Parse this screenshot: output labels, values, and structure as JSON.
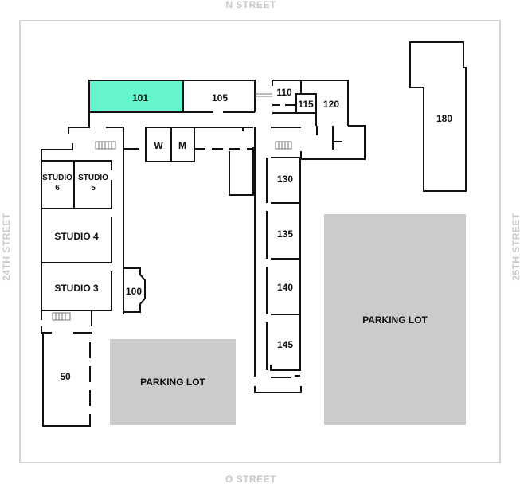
{
  "streets": {
    "north": "N STREET",
    "south": "O STREET",
    "west": "24TH STREET",
    "east": "25TH STREET"
  },
  "highlight_color": "#64f5cd",
  "rooms": {
    "r101": "101",
    "r105": "105",
    "r110": "110",
    "r115": "115",
    "r120": "120",
    "r180": "180",
    "w": "W",
    "m": "M",
    "studio6": [
      "STUDIO",
      "6"
    ],
    "studio5": [
      "STUDIO",
      "5"
    ],
    "studio4": "STUDIO 4",
    "studio3": "STUDIO 3",
    "r100": "100",
    "r50": "50",
    "r130": "130",
    "r135": "135",
    "r140": "140",
    "r145": "145"
  },
  "parking": {
    "left": "PARKING LOT",
    "right": "PARKING LOT"
  },
  "selected_room": "101"
}
